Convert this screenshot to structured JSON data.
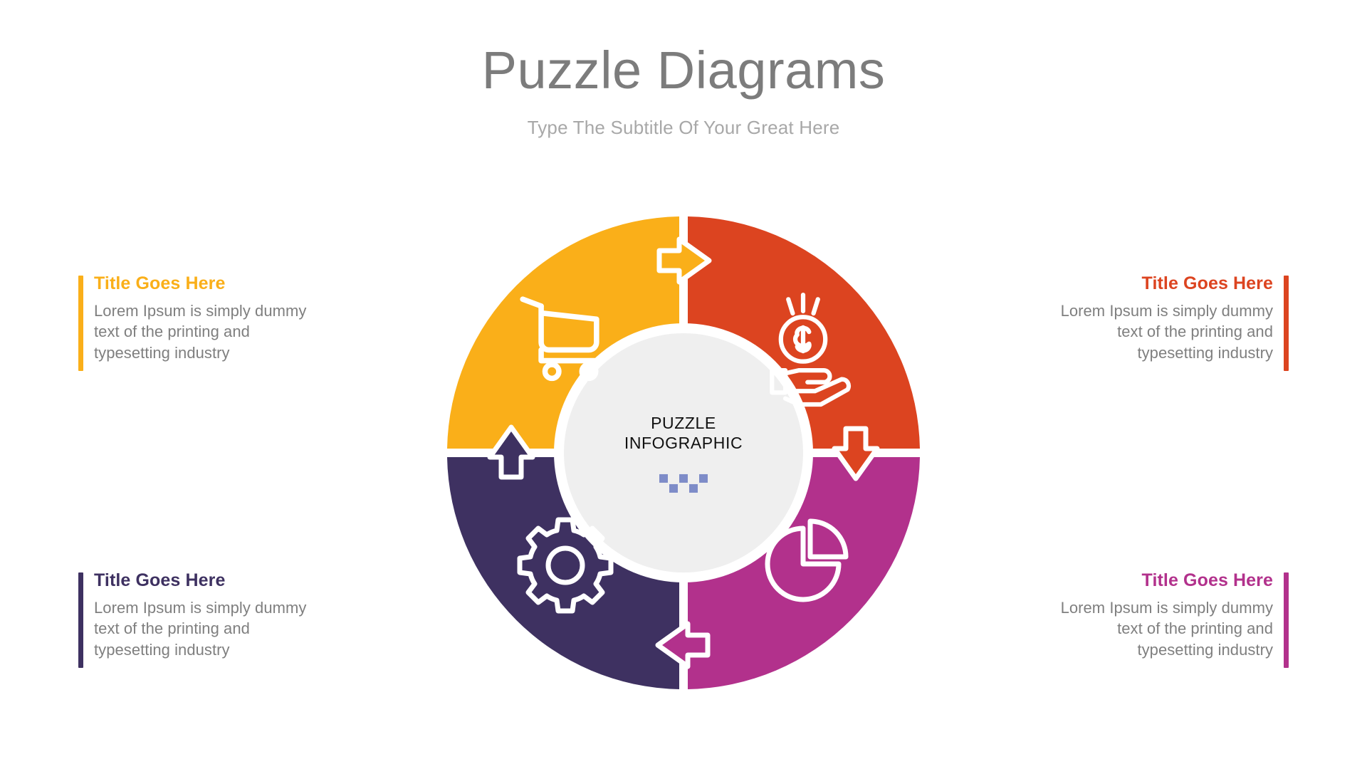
{
  "header": {
    "title": "Puzzle Diagrams",
    "subtitle": "Type The Subtitle Of Your Great Here"
  },
  "center": {
    "line1": "PUZZLE",
    "line2": "INFOGRAPHIC",
    "logo_name": "checkerboard-logo",
    "logo_color": "#7e8cc8"
  },
  "colors": {
    "amber": "#FAAF19",
    "orange_red": "#DC4420",
    "magenta": "#B2318C",
    "dark_purple": "#3E3161",
    "center_fill": "#EFEFEF",
    "title_gray": "#7c7c7c",
    "subtitle_gray": "#a8a8a8",
    "body_gray": "#7f7f7f"
  },
  "segments": [
    {
      "position": "top-left",
      "color": "#FAAF19",
      "icon": "shopping-cart-icon",
      "arrow": "arrow-right-icon"
    },
    {
      "position": "top-right",
      "color": "#DC4420",
      "icon": "hand-holding-money-icon",
      "arrow": "arrow-down-icon"
    },
    {
      "position": "bottom-right",
      "color": "#B2318C",
      "icon": "pie-chart-icon",
      "arrow": "arrow-left-icon"
    },
    {
      "position": "bottom-left",
      "color": "#3E3161",
      "icon": "gear-icon",
      "arrow": "arrow-up-icon"
    }
  ],
  "info_blocks": [
    {
      "id": "top-left",
      "title": "Title Goes Here",
      "body": "Lorem Ipsum is simply dummy text of the printing and typesetting industry",
      "accent": "#FAAF19"
    },
    {
      "id": "top-right",
      "title": "Title Goes Here",
      "body": "Lorem Ipsum is simply dummy text of the printing and typesetting industry",
      "accent": "#DC4420"
    },
    {
      "id": "bottom-left",
      "title": "Title Goes Here",
      "body": "Lorem Ipsum is simply dummy text of the printing and typesetting industry",
      "accent": "#3E3161"
    },
    {
      "id": "bottom-right",
      "title": "Title Goes Here",
      "body": "Lorem Ipsum is simply dummy text of the printing and typesetting industry",
      "accent": "#B2318C"
    }
  ]
}
